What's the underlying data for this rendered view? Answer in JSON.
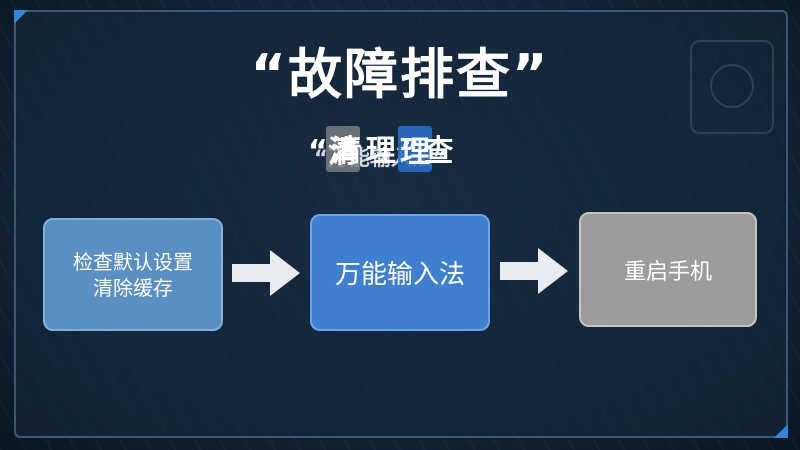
{
  "title": "“故障排查”",
  "subtitle": {
    "back_text": "“万能输入法”",
    "front_text": "“清理”查",
    "tile_left": "清",
    "tile_right": "理"
  },
  "flow": [
    {
      "line1": "检查默认设置",
      "line2": "清除缓存",
      "color": "#5a8fc4"
    },
    {
      "line1": "万能输入法",
      "color": "#3e7fd0"
    },
    {
      "line1": "重启手机",
      "color": "#9c9c9c"
    }
  ],
  "colors": {
    "arrow": "#e8ecf0",
    "accent": "#2f86d8"
  }
}
